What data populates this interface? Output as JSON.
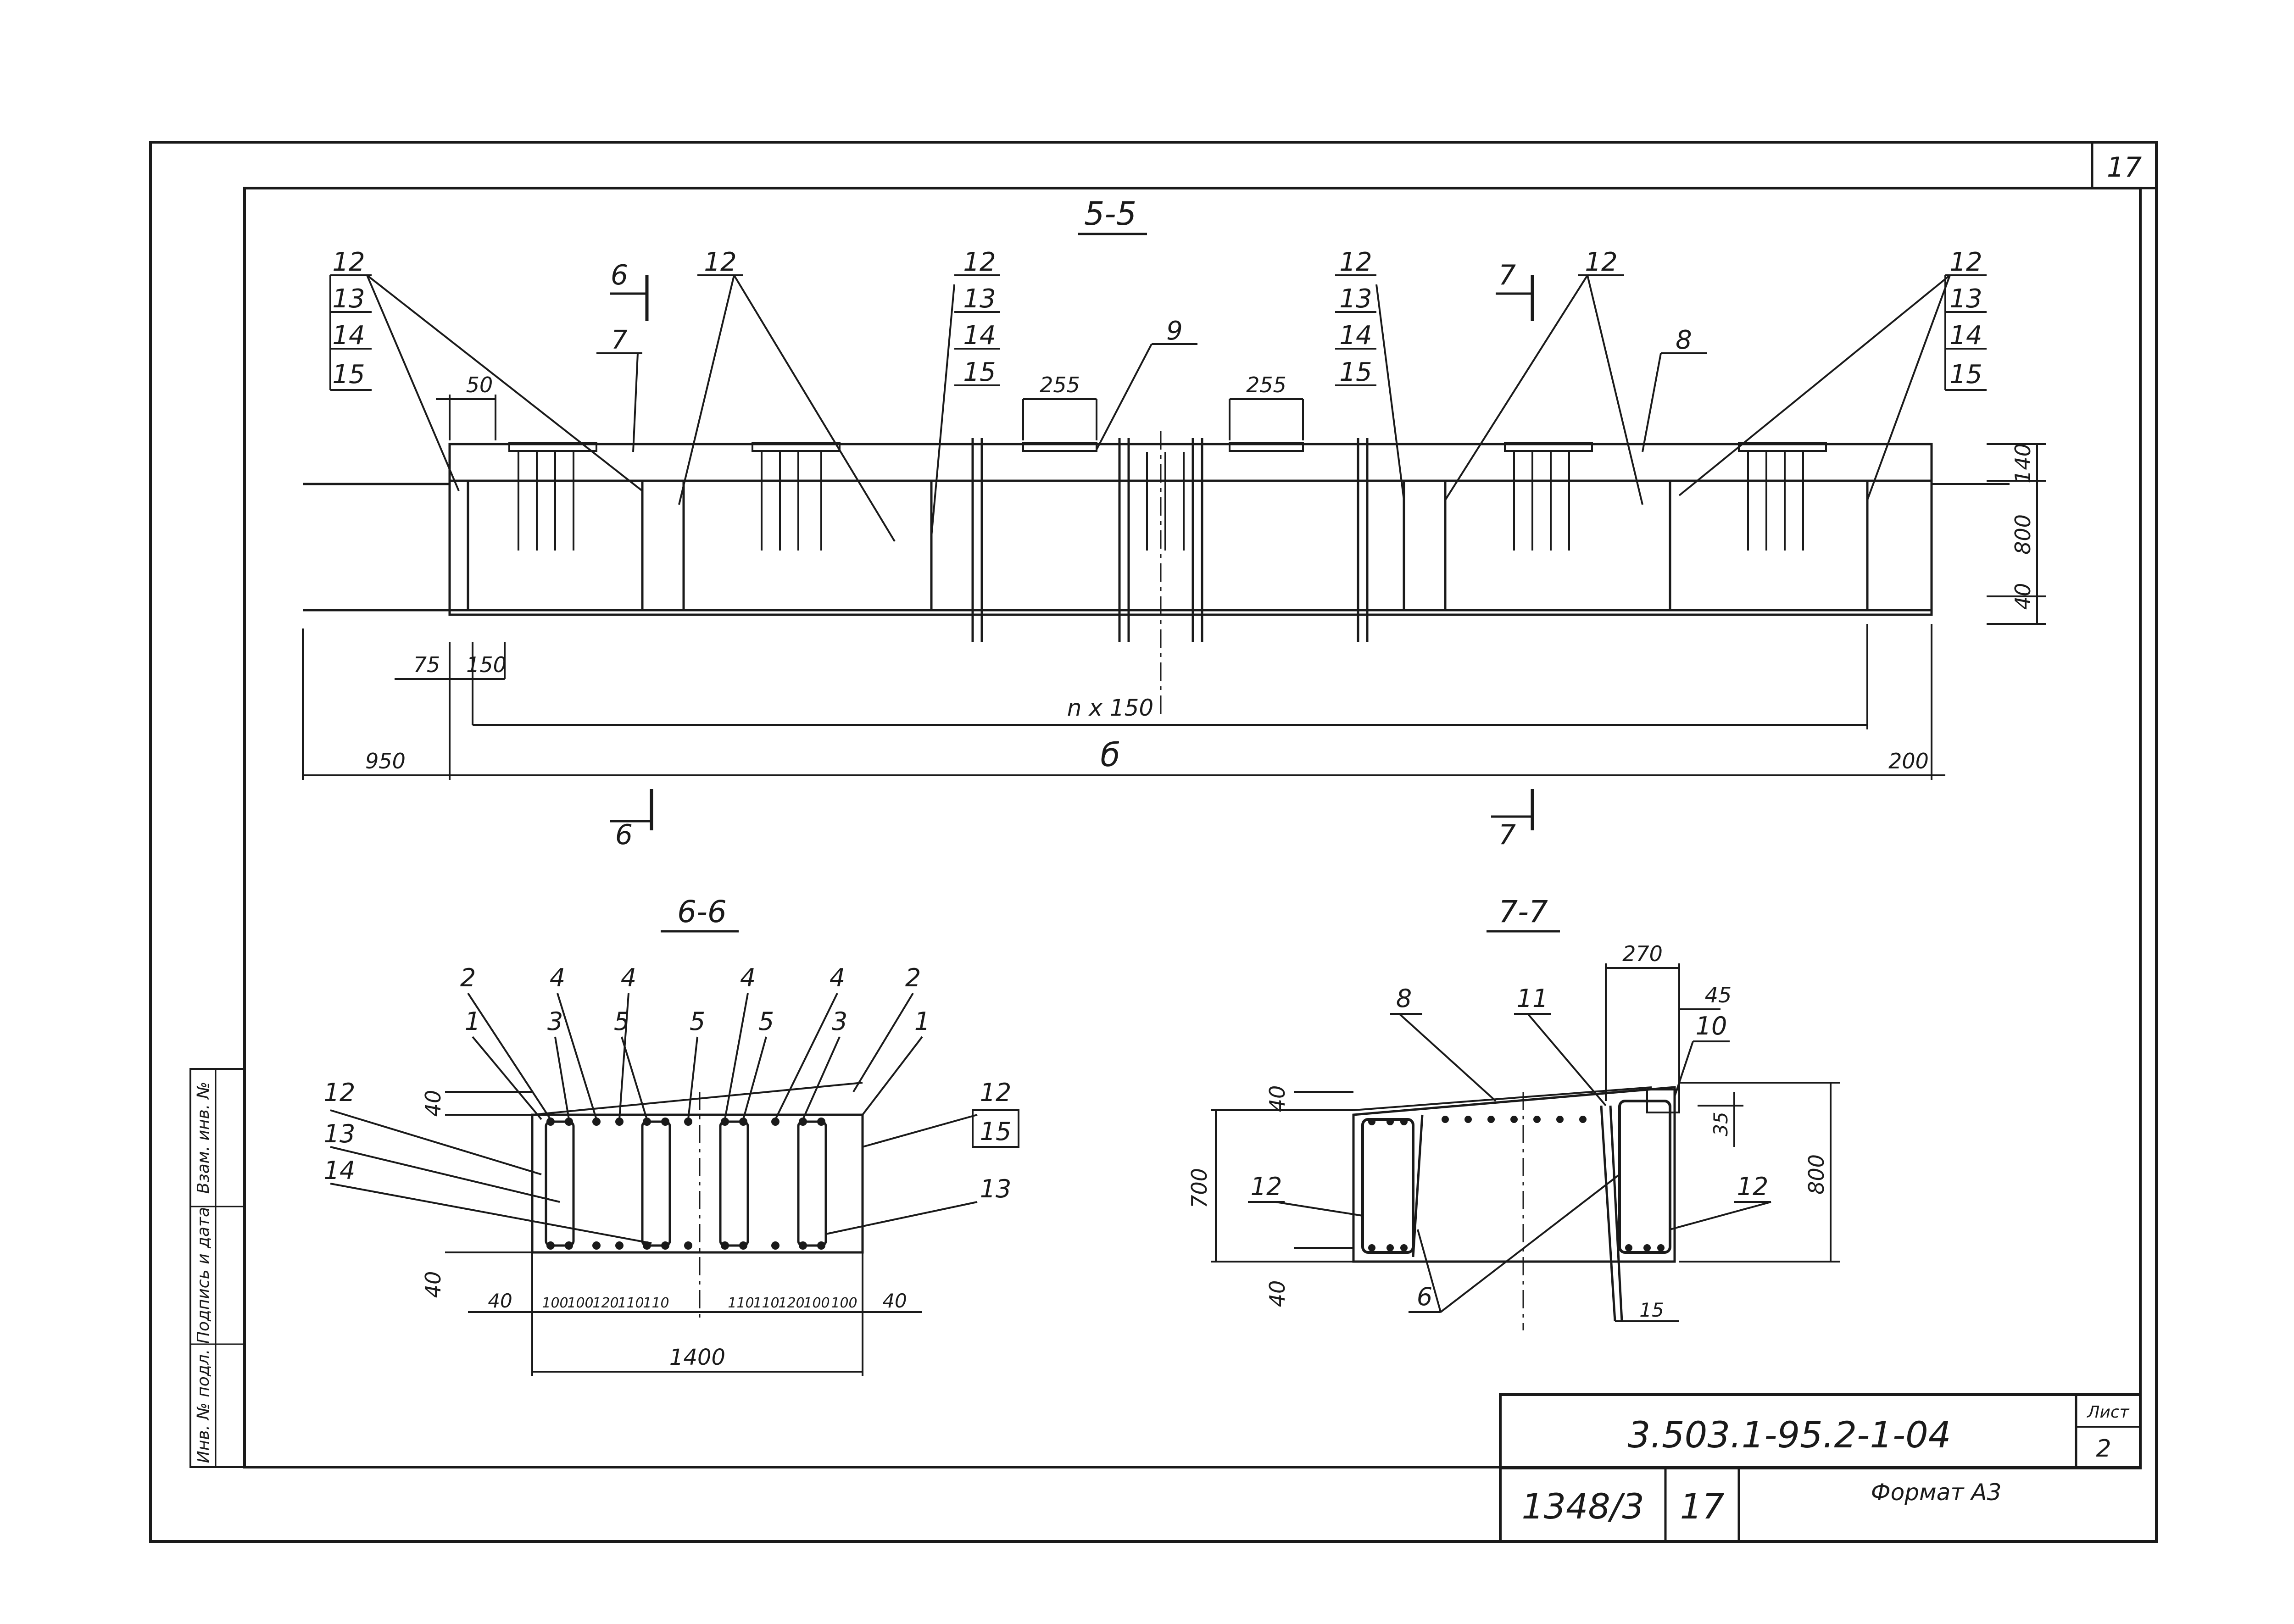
{
  "sheet_number": "17",
  "section_5": {
    "title": "5-5",
    "callouts_left": [
      "12",
      "13",
      "14",
      "15"
    ],
    "callouts_mid": [
      "12",
      "13",
      "14",
      "15"
    ],
    "callouts_center": [
      "12",
      "13",
      "14",
      "15"
    ],
    "callouts_right": [
      "12",
      "13",
      "14",
      "15"
    ],
    "label_12a": "12",
    "label_12b": "12",
    "label_7": "7",
    "label_8": "8",
    "label_9": "9",
    "cut_6": "6",
    "cut_7": "7",
    "dim_50": "50",
    "dim_255a": "255",
    "dim_255b": "255",
    "dim_140": "140",
    "dim_800": "800",
    "dim_40": "40",
    "dim_75": "75",
    "dim_150": "150",
    "dim_nx150": "n x 150",
    "dim_b": "б",
    "dim_950": "950",
    "dim_200": "200"
  },
  "section_6": {
    "title": "6-6",
    "top_labels": [
      "2",
      "4",
      "4",
      "4",
      "4",
      "2"
    ],
    "second_labels": [
      "1",
      "3",
      "5",
      "5",
      "5",
      "3",
      "1"
    ],
    "left_labels": [
      "12",
      "13",
      "14"
    ],
    "right_labels": [
      "12",
      "15",
      "13"
    ],
    "dim_40_top": "40",
    "dim_40_bot": "40",
    "bottom_dims": [
      "40",
      "100",
      "100",
      "120",
      "110",
      "110",
      "110",
      "110",
      "120",
      "100",
      "100",
      "40"
    ],
    "dim_1400": "1400"
  },
  "section_7": {
    "title": "7-7",
    "label_8": "8",
    "label_11": "11",
    "label_10": "10",
    "label_12_left": "12",
    "label_12_right": "12",
    "label_6": "6",
    "dim_270": "270",
    "dim_45": "45",
    "dim_40_top": "40",
    "dim_700": "700",
    "dim_40_bot": "40",
    "dim_35": "35",
    "dim_800": "800",
    "dim_15": "15"
  },
  "side_stamp": [
    "Инв. № подл.",
    "Подпись и дата",
    "Взам. инв. №"
  ],
  "title_block": {
    "doc_code": "3.503.1-95.2-1-04",
    "sheet_label": "Лист",
    "sheet_value": "2",
    "inventory": "1348/3",
    "page": "17",
    "format": "Формат А3"
  }
}
